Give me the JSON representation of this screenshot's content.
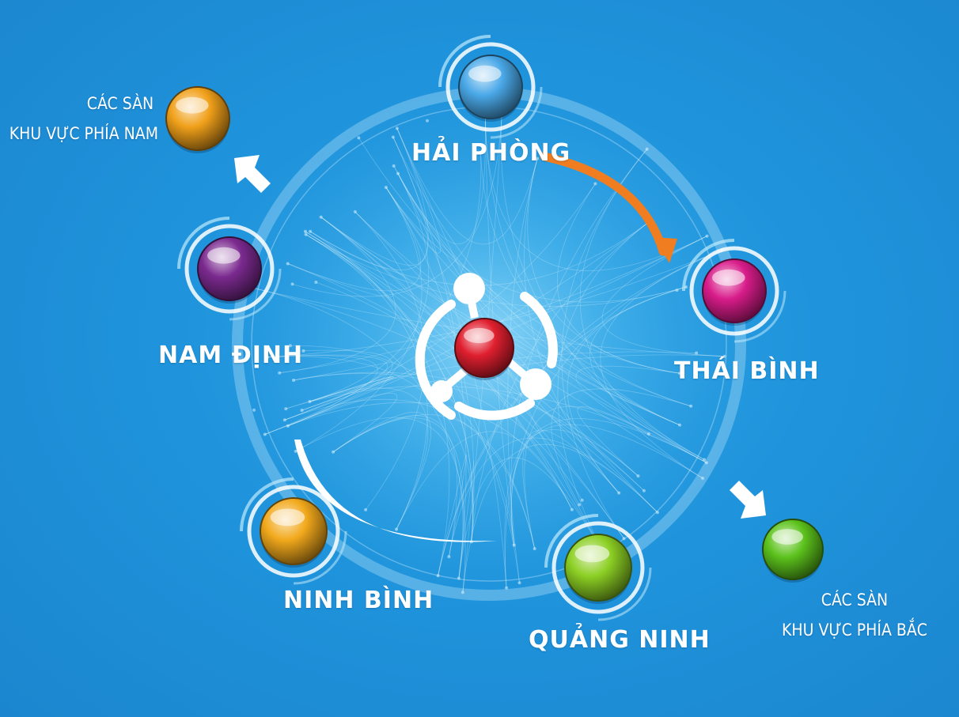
{
  "nodes": [
    {
      "id": "hai-phong",
      "label": "HẢI PHÒNG",
      "color": "#4aa8e8"
    },
    {
      "id": "thai-binh",
      "label": "THÁI BÌNH",
      "color": "#d81c8a"
    },
    {
      "id": "quang-ninh",
      "label": "QUẢNG NINH",
      "color": "#8ccf24"
    },
    {
      "id": "ninh-binh",
      "label": "NINH BÌNH",
      "color": "#f2a91c"
    },
    {
      "id": "nam-dinh",
      "label": "NAM ĐỊNH",
      "color": "#7b2a8f"
    }
  ],
  "center_node": {
    "color": "#e01f2f"
  },
  "south": {
    "line1": "CÁC SÀN",
    "line2": "KHU VỰC PHÍA NAM",
    "color": "#f0a01a"
  },
  "north": {
    "line1": "CÁC SÀN",
    "line2": "KHU VỰC PHÍA BẮC",
    "color": "#5cc21c"
  },
  "accent_colors": {
    "orange_arrow": "#f07d1f",
    "white_arrow": "#ffffff"
  }
}
